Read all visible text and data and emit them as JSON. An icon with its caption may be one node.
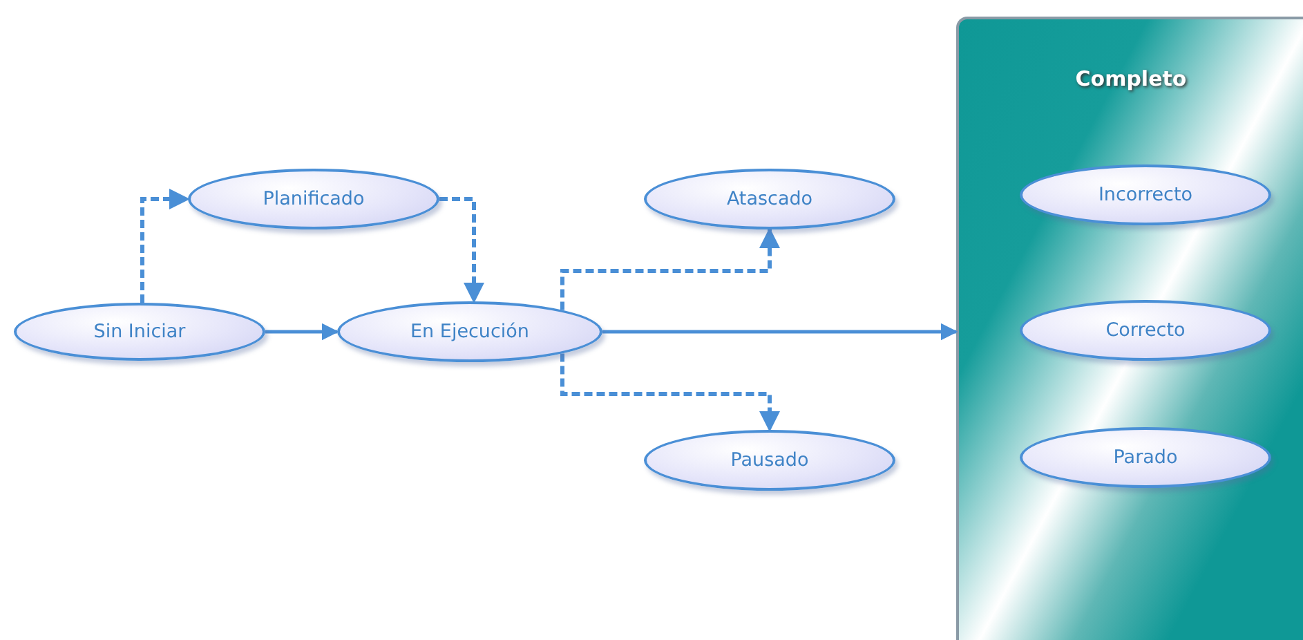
{
  "diagram": {
    "nodes": [
      {
        "text": [
          "Sin Iniciar"
        ]
      },
      {
        "text": [
          "Planificado"
        ]
      },
      {
        "text": [
          "En Ejecución"
        ]
      },
      {
        "text": [
          "Atascado"
        ]
      },
      {
        "text": [
          "Pausado"
        ]
      },
      {
        "text": [
          "Completo"
        ]
      },
      {
        "text": [
          "Incorrecto"
        ],
        "in": 5
      },
      {
        "text": [
          "Correcto"
        ],
        "in": 5
      },
      {
        "text": [
          "Parado"
        ],
        "in": 5
      }
    ],
    "edges": [
      {
        "from": 0,
        "to": 1,
        "arrow": "to",
        "style": "dashed"
      },
      {
        "from": 1,
        "to": 2,
        "arrow": "to",
        "style": "dashed"
      },
      {
        "from": 0,
        "to": 2,
        "arrow": "to"
      },
      {
        "from": 2,
        "to": 3,
        "arrow": "to",
        "style": "dashed"
      },
      {
        "from": 2,
        "to": 4,
        "arrow": "to",
        "style": "dashed"
      },
      {
        "from": 2,
        "to": 5,
        "arrow": "to"
      }
    ]
  }
}
